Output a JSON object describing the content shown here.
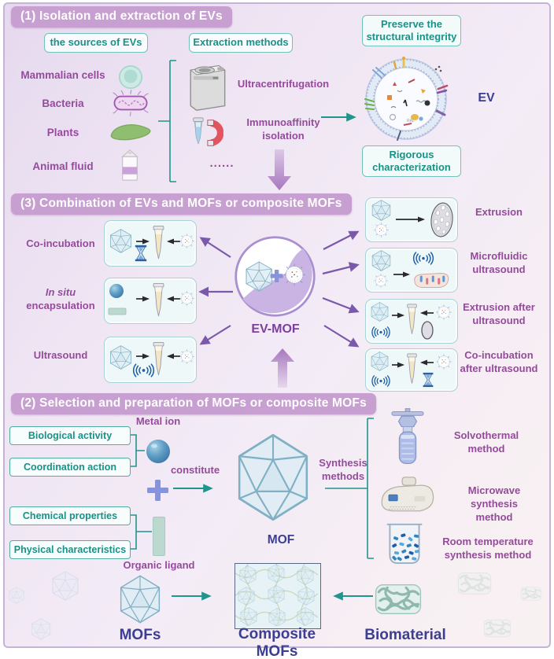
{
  "colors": {
    "banner_bg": "#c79fd0",
    "banner_text": "#ffffff",
    "teal_accent": "#1f958b",
    "purple_label": "#954a9c",
    "navy_label": "#3c3e92",
    "arrow_purple": "#7a58ab",
    "method_box_border": "#a5d3d6",
    "mof_stroke": "#7fb0c3"
  },
  "section1": {
    "title": "(1) Isolation and extraction of EVs",
    "sources_heading": "the sources of EVs",
    "extraction_heading": "Extraction methods",
    "sources": [
      {
        "label": "Mammalian cells",
        "icon": "cell-icon"
      },
      {
        "label": "Bacteria",
        "icon": "bacteria-icon"
      },
      {
        "label": "Plants",
        "icon": "plant-icon"
      },
      {
        "label": "Animal fluid",
        "icon": "milk-carton-icon"
      }
    ],
    "methods": [
      {
        "label": "Ultracentrifugation",
        "icon": "ultracentrifuge-icon"
      },
      {
        "label": "Immunoaffinity isolation",
        "icon": "magnet-tube-icon"
      }
    ],
    "ellipsis": "......",
    "preserve_note": "Preserve the structural integrity",
    "rigorous_note": "Rigorous characterization",
    "ev_label": "EV"
  },
  "section3": {
    "title": "(3) Combination of EVs and MOFs or composite MOFs",
    "center_label": "EV-MOF",
    "left_methods": [
      {
        "label": "Co-incubation"
      },
      {
        "label_italic": "In situ",
        "label": "encapsulation"
      },
      {
        "label": "Ultrasound"
      }
    ],
    "right_methods": [
      {
        "label": "Extrusion"
      },
      {
        "label": "Microfluidic ultrasound"
      },
      {
        "label": "Extrusion after ultrasound"
      },
      {
        "label": "Co-incubation after ultrasound"
      }
    ]
  },
  "section2": {
    "title": "(2) Selection and preparation of MOFs or composite MOFs",
    "metal_factors": [
      "Biological activity",
      "Coordination action"
    ],
    "ligand_factors": [
      "Chemical properties",
      "Physical characteristics"
    ],
    "metal_ion_label": "Metal ion",
    "organic_ligand_label": "Organic ligand",
    "constitute_label": "constitute",
    "mof_label": "MOF",
    "synthesis_heading": "Synthesis methods",
    "synthesis_methods": [
      {
        "label": "Solvothermal method",
        "icon": "autoclave-icon"
      },
      {
        "label": "Microwave synthesis method",
        "icon": "microwave-icon"
      },
      {
        "label": "Room temperature synthesis method",
        "icon": "beaker-icon"
      }
    ]
  },
  "bottom": {
    "mofs_label": "MOFs",
    "composite_label": "Composite MOFs",
    "biomaterial_label": "Biomaterial"
  }
}
